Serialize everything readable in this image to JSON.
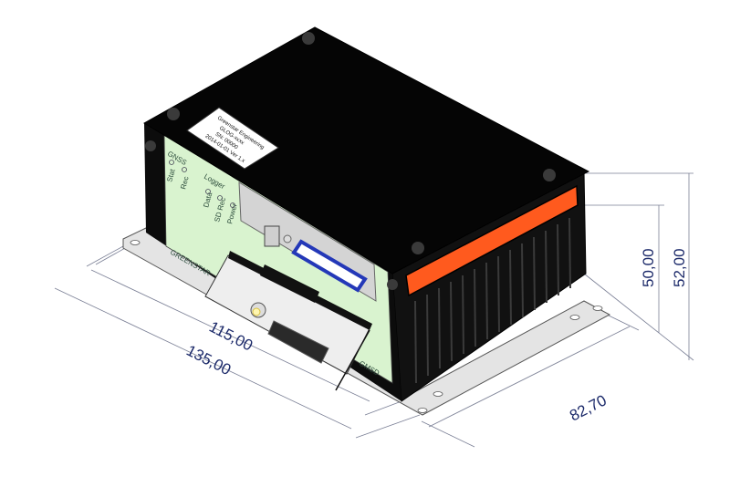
{
  "drawing": {
    "dimensions": {
      "length_inner": "115,00",
      "length_outer": "135,00",
      "width": "82,70",
      "height_body": "50,00",
      "height_total": "52,00"
    },
    "front_panel": {
      "gnss_group": "GNSS",
      "gnss_leds": [
        "Stat",
        "Rec"
      ],
      "logger_group": "Logger",
      "logger_leds": [
        "Data",
        "SD Rec",
        "Power"
      ],
      "brand_mark": "GREENSTAR",
      "model_mark": "GMSD"
    },
    "nameplate": [
      "Greenstar Engineering",
      "GLOG-xxxx",
      "SN: 00000",
      "2014-01-01 Ver 1.x"
    ],
    "colors": {
      "housing": "#0c0c0c",
      "panel": "#d9f3cf",
      "stripe": "#ff5a1e",
      "sd_card": "#2438b8",
      "dimension": "#1c2a6a"
    }
  }
}
